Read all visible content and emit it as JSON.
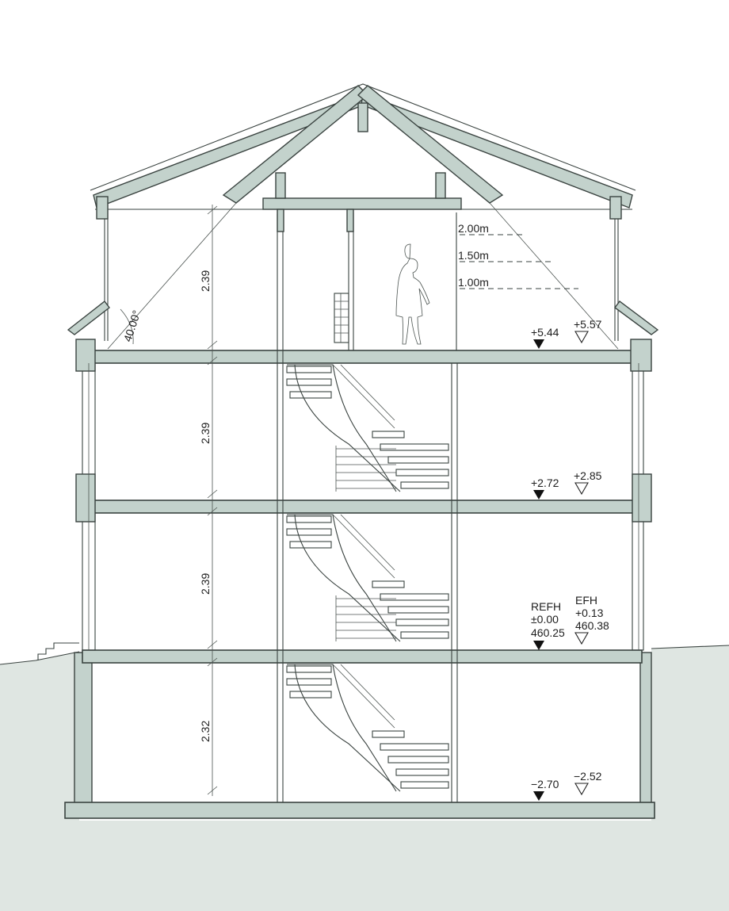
{
  "room_heights": [
    "2.39",
    "2.39",
    "2.39",
    "2.32"
  ],
  "roof_pitch": "40.00°",
  "headroom_marks": [
    "2.00m",
    "1.50m",
    "1.00m"
  ],
  "levels": {
    "attic": {
      "rough": "+5.44",
      "finished": "+5.57"
    },
    "upper": {
      "rough": "+2.72",
      "finished": "+2.85"
    },
    "ground": {
      "rough_title": "REFH",
      "rough": "±0.00",
      "rough_abs": "460.25",
      "finished_title": "EFH",
      "finished": "+0.13",
      "finished_abs": "460.38"
    },
    "basement": {
      "rough": "−2.70",
      "finished": "−2.52"
    }
  },
  "colors": {
    "concrete": "#c3d2cc",
    "ground": "#dfe6e2",
    "line": "#3a4340"
  }
}
